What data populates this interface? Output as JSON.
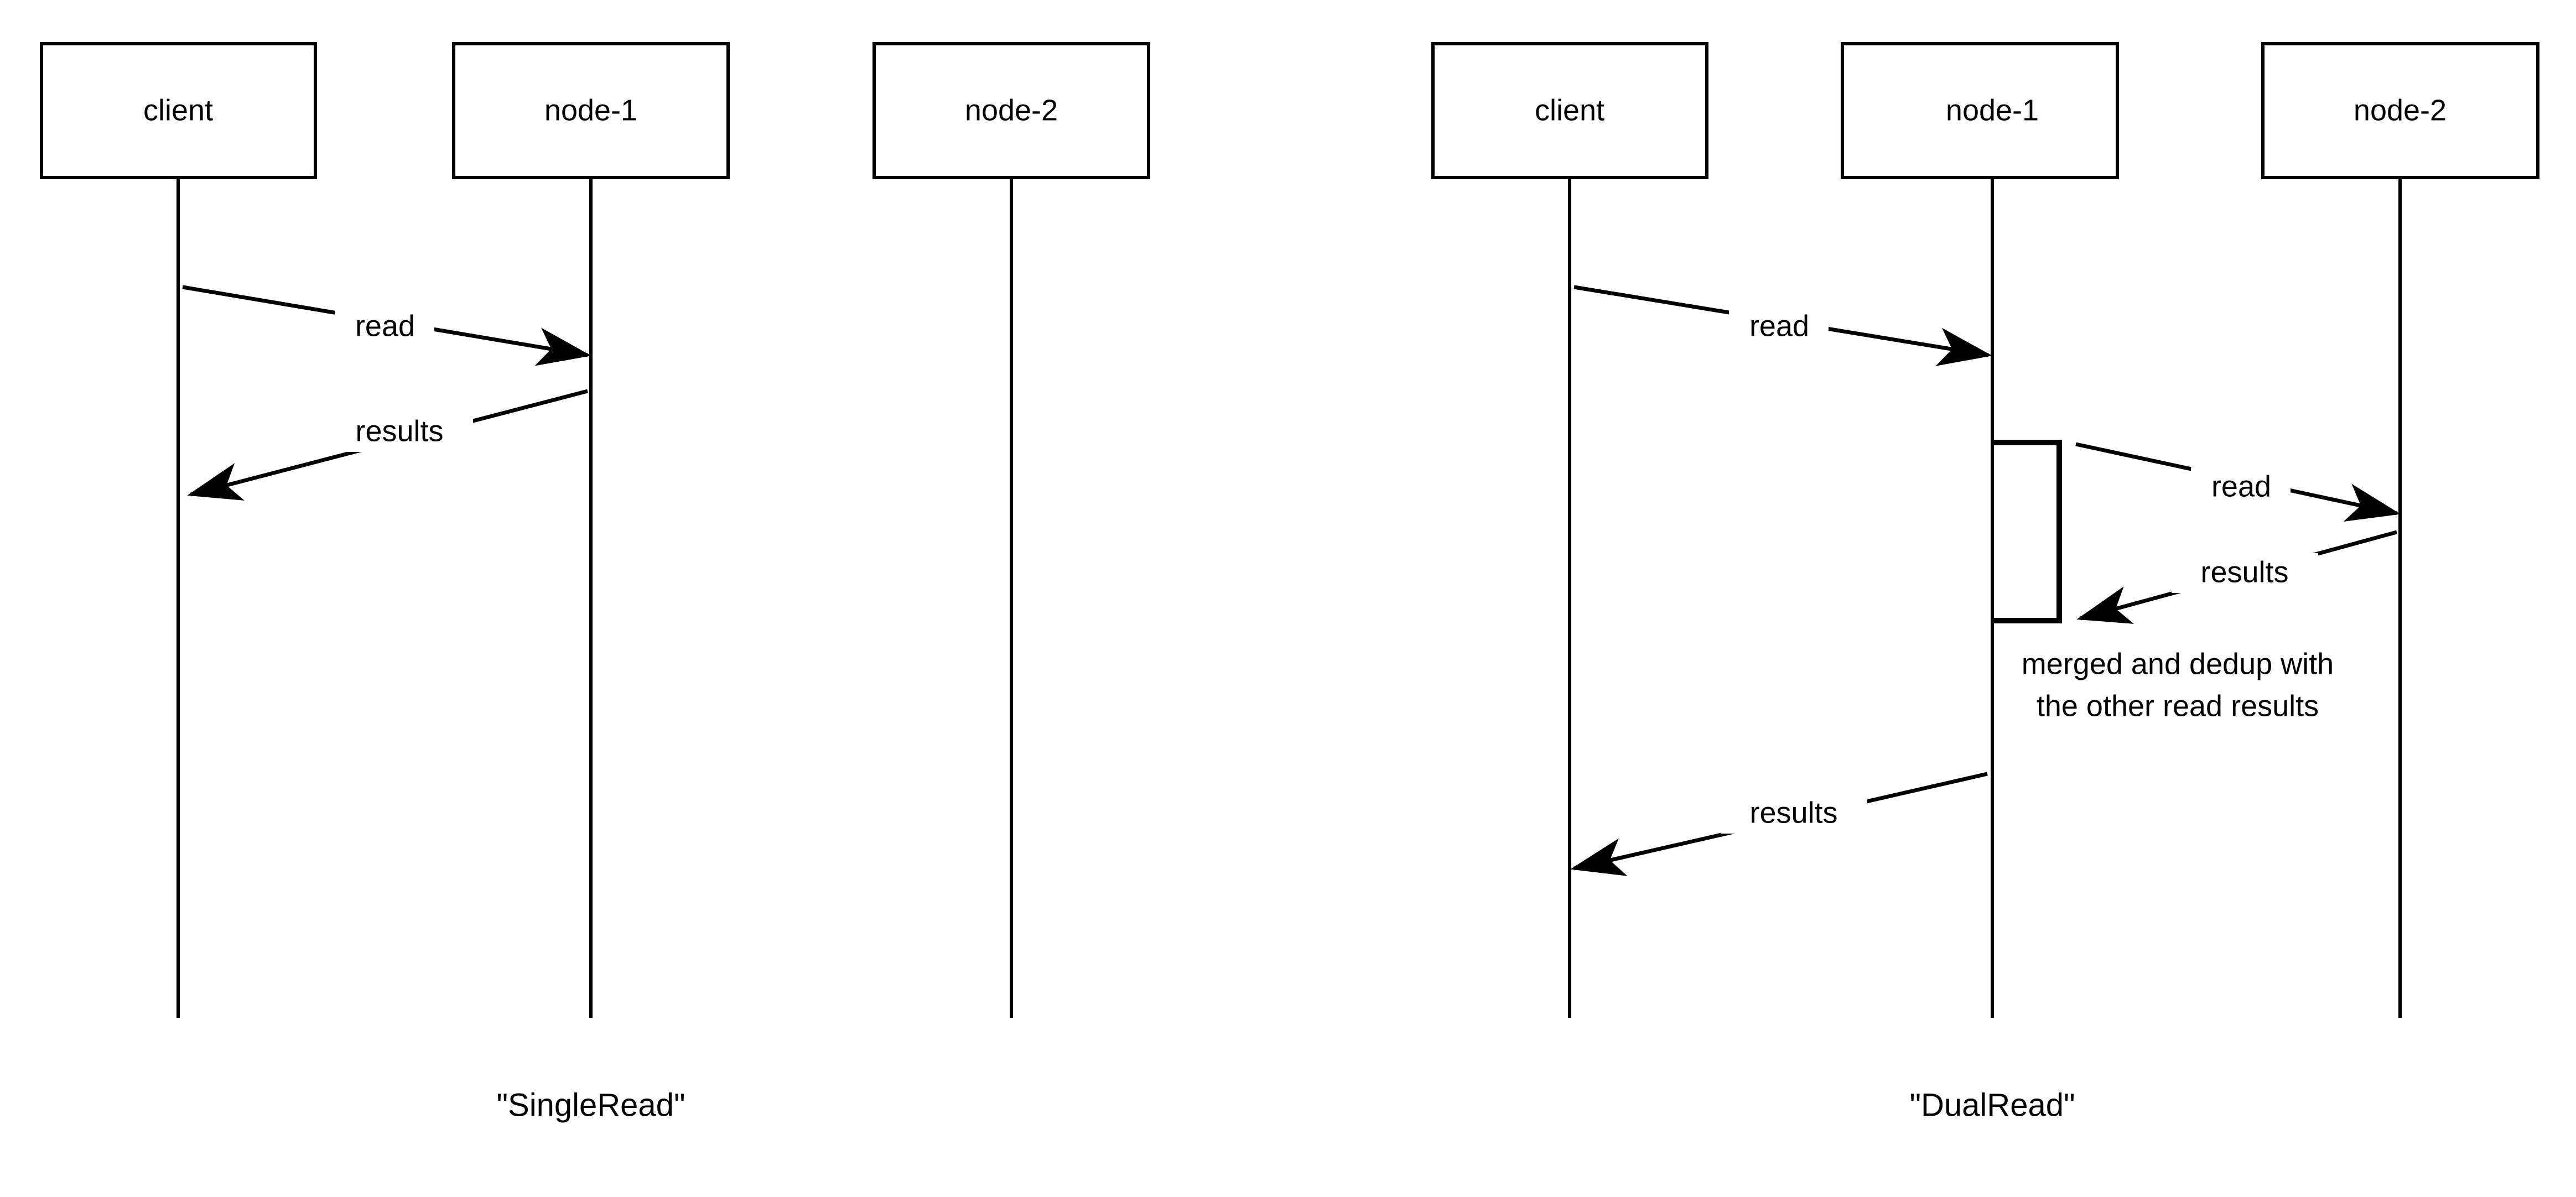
{
  "diagrams": [
    {
      "id": "single-read",
      "caption": "\"SingleRead\"",
      "participants": [
        {
          "name": "client",
          "label": "client"
        },
        {
          "name": "node-1",
          "label": "node-1"
        },
        {
          "name": "node-2",
          "label": "node-2"
        }
      ],
      "messages": [
        {
          "label": "read",
          "from": "client",
          "to": "node-1",
          "direction": "right"
        },
        {
          "label": "results",
          "from": "node-1",
          "to": "client",
          "direction": "left"
        }
      ],
      "notes": []
    },
    {
      "id": "dual-read",
      "caption": "\"DualRead\"",
      "participants": [
        {
          "name": "client",
          "label": "client"
        },
        {
          "name": "node-1",
          "label": "node-1"
        },
        {
          "name": "node-2",
          "label": "node-2"
        }
      ],
      "messages": [
        {
          "label": "read",
          "from": "client",
          "to": "node-1",
          "direction": "right"
        },
        {
          "label": "read",
          "from": "node-1",
          "to": "node-2",
          "direction": "right"
        },
        {
          "label": "results",
          "from": "node-2",
          "to": "node-1",
          "direction": "left"
        },
        {
          "label": "results",
          "from": "node-1",
          "to": "client",
          "direction": "left"
        }
      ],
      "notes": [
        {
          "line1": "merged and dedup with",
          "line2": "the other read results"
        }
      ]
    }
  ],
  "colors": {
    "stroke": "#000000",
    "background": "#ffffff",
    "text": "#000000"
  }
}
